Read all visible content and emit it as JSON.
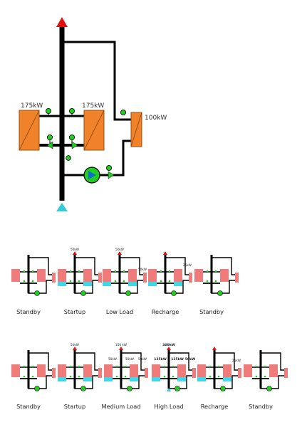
{
  "main": {
    "units": [
      "175kW",
      "175kW",
      "100kW"
    ]
  },
  "colors": {
    "supply_arrow": "#e01010",
    "return_arrow": "#33ccdd",
    "unit_orange": "#f0822a",
    "unit_pink": "#f07b7b",
    "cyan_mark": "#40d8e8",
    "valve_green": "#22cc22"
  },
  "row1": {
    "panels": [
      {
        "label": "Standby",
        "values": []
      },
      {
        "label": "Startup",
        "values": [
          "50kW"
        ]
      },
      {
        "label": "Low Load",
        "values": [
          "50kW",
          "50kW"
        ]
      },
      {
        "label": "Recharge",
        "values": [
          "25kW"
        ]
      },
      {
        "label": "Standby",
        "values": []
      }
    ]
  },
  "row2": {
    "panels": [
      {
        "label": "Standby",
        "values": []
      },
      {
        "label": "Startup",
        "values": [
          "50kW"
        ]
      },
      {
        "label": "Medium Load",
        "values": [
          "150 kW",
          "50kW",
          "50kW",
          "50kW"
        ]
      },
      {
        "label": "High Load",
        "values": [
          "300kW",
          "125kW",
          "125kW",
          "50kW"
        ]
      },
      {
        "label": "Recharge",
        "values": [
          "25kW"
        ]
      },
      {
        "label": "Standby",
        "values": []
      }
    ]
  }
}
